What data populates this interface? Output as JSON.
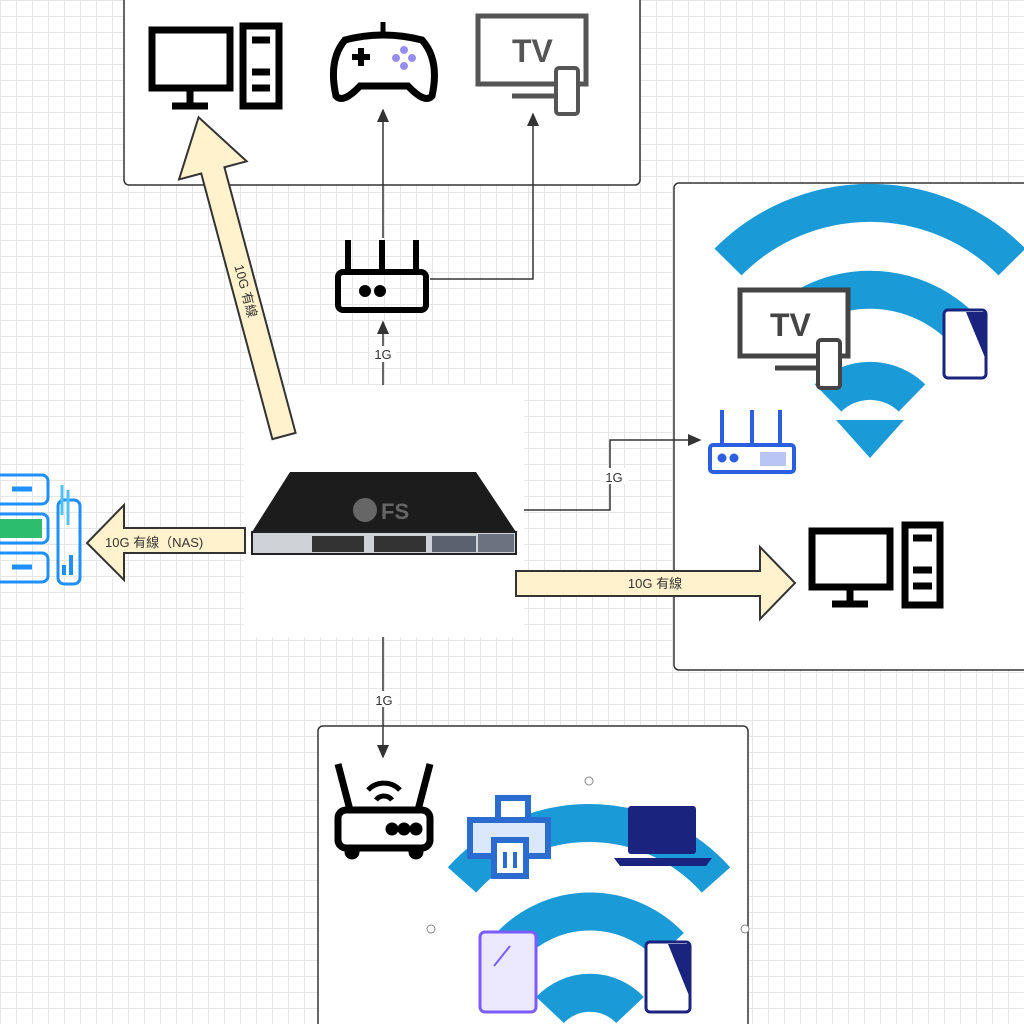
{
  "colors": {
    "wifi": "#1a9ad6",
    "arrow_fill": "#fff2cc",
    "arrow_stroke": "#333333",
    "router_blue": "#2b5fe0",
    "navy": "#1a237e",
    "nas_blue": "#1e90ff",
    "nas_green": "#2dbd6e",
    "tablet_purple": "#7b5cff"
  },
  "labels": {
    "arrow_pc_top": "10G 有線",
    "top_router_link": "1G",
    "right_router_link": "1G",
    "arrow_pc_right": "10G 有線",
    "arrow_nas": "10G 有線（NAS)",
    "bottom_router_link": "1G"
  },
  "switch": {
    "brand": "FS"
  },
  "tv_top": {
    "text": "TV"
  },
  "tv_right": {
    "text": "TV"
  },
  "icons": [
    "desktop-pc-icon",
    "gamepad-icon",
    "tv-icon",
    "router-icon",
    "wifi-icon",
    "smartphone-icon",
    "nas-server-icon",
    "printer-icon",
    "laptop-icon",
    "tablet-icon",
    "network-switch-icon",
    "wifi-router-icon"
  ]
}
